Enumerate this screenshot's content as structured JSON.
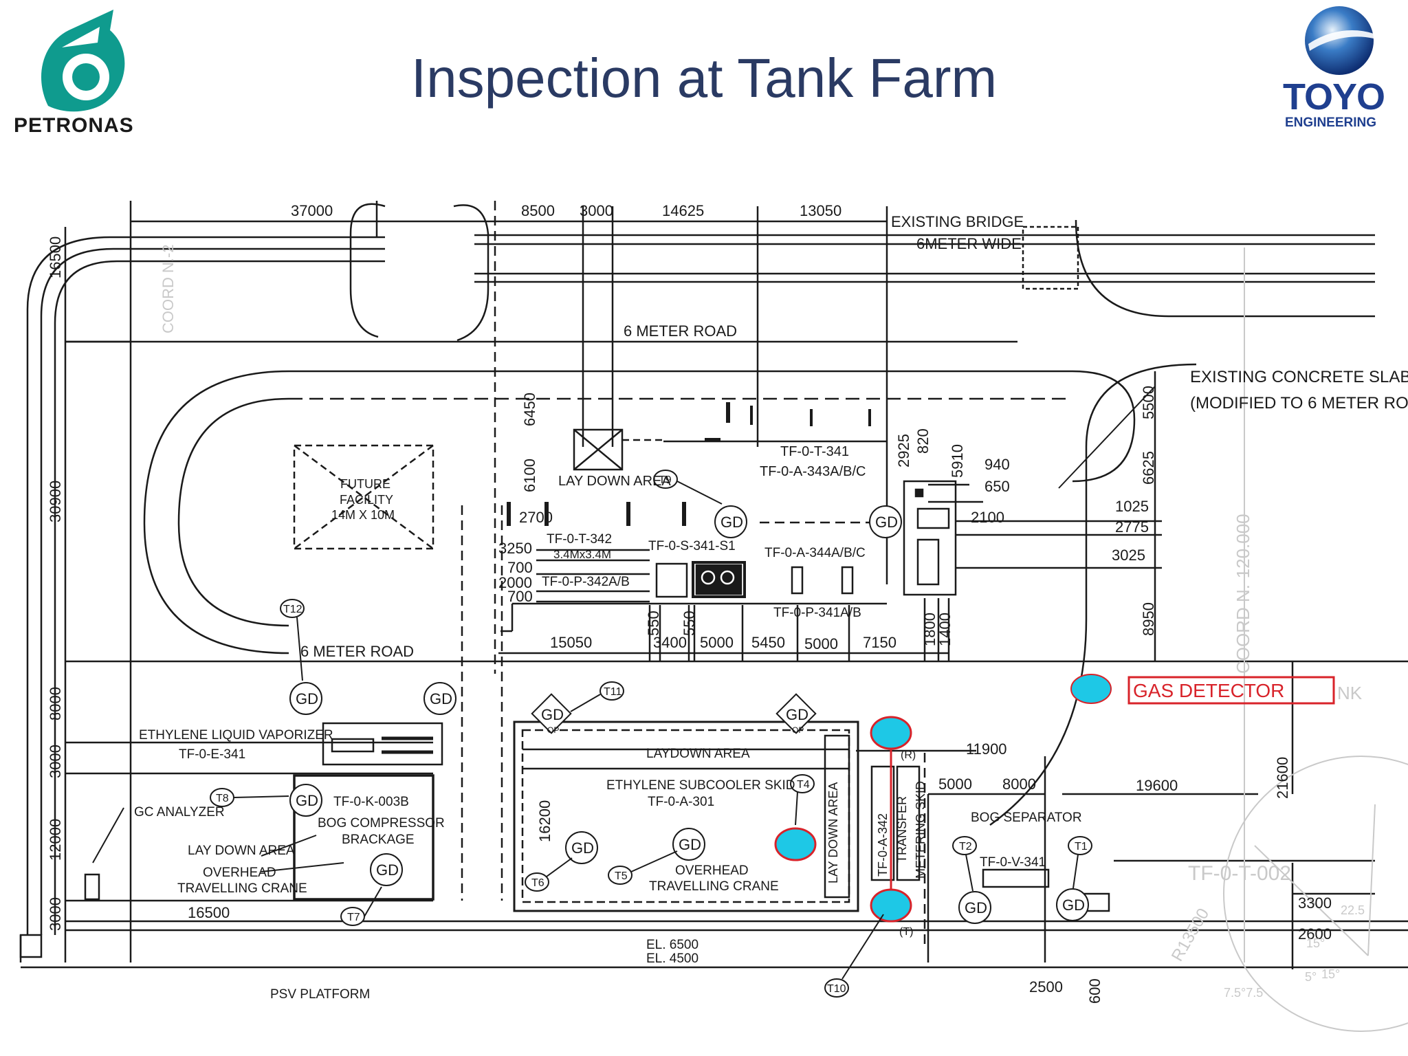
{
  "header": {
    "title": "Inspection at Tank Farm",
    "left_logo_text": "PETRONAS",
    "right_logo_text": "TOYO",
    "right_logo_subtext": "ENGINEERING"
  },
  "legend": {
    "label": "GAS DETECTOR",
    "marker_color": "#1ec8e6",
    "border_color": "#d8232a"
  },
  "colors": {
    "line": "#1a1a1a",
    "faint": "#c9c9c9",
    "title": "#2a3a63",
    "petronas_green": "#0f9b8e",
    "toyo_blue": "#1f3f8f"
  },
  "labels": {
    "dim_37000": "37000",
    "dim_8500": "8500",
    "dim_3000_top": "3000",
    "dim_14625": "14625",
    "dim_13050": "13050",
    "existing_bridge": "EXISTING BRIDGE",
    "six_meter_wide": "6METER WIDE",
    "road_6m_top": "6 METER ROAD",
    "coord_n2": "COORD N.-2",
    "dim_16500_left": "16500",
    "dim_30900": "30900",
    "dim_8000": "8000",
    "dim_3000_left": "3000",
    "dim_12000": "12000",
    "dim_3000_bottom": "3000",
    "existing_slab_1": "EXISTING CONCRETE SLAB",
    "existing_slab_2": "(MODIFIED TO 6 METER RO",
    "dim_5500": "5500",
    "dim_6625": "6625",
    "dim_1025": "1025",
    "dim_2775": "2775",
    "dim_3025": "3025",
    "dim_8950": "8950",
    "coord_n120": "COORD N.-120.000",
    "dim_6450": "6450",
    "dim_6100": "6100",
    "future_facility_1": "FUTURE",
    "future_facility_2": "FACILITY",
    "future_facility_3": "14M X 10M",
    "lay_down_area_top": "LAY DOWN AREA",
    "tag_t9": "T9",
    "tf_t341": "TF-0-T-341",
    "tf_a343": "TF-0-A-343A/B/C",
    "dim_2925": "2925",
    "dim_820": "820",
    "dim_5910": "5910",
    "dim_940": "940",
    "dim_650": "650",
    "dim_2100": "2100",
    "gd": "GD",
    "dim_2700": "2700",
    "dim_3250": "3250",
    "dim_700a": "700",
    "dim_2000": "2000",
    "dim_700b": "700",
    "tf_t342": "TF-0-T-342",
    "tf_t342_size": "3.4Mx3.4M",
    "tf_s341": "TF-0-S-341-S1",
    "tf_a344": "TF-0-A-344A/B/C",
    "tf_p342": "TF-0-P-342A/B",
    "tf_p341": "TF-0-P-341A/B",
    "tag_t12": "T12",
    "road_6m_mid": "6 METER ROAD",
    "dim_15050": "15050",
    "dim_550a": "550",
    "dim_550b": "550",
    "dim_3400": "3400",
    "dim_5000a": "5000",
    "dim_5450": "5450",
    "dim_5000b": "5000",
    "dim_7150": "7150",
    "dim_1800": "1800",
    "dim_1400": "1400",
    "tag_t11": "T11",
    "ethylene_vaporizer": "ETHYLENE LIQUID VAPORIZER",
    "tf_e341": "TF-0-E-341",
    "laydown_area_mid": "LAYDOWN AREA",
    "dim_11900": "11900",
    "tag_r": "(R)",
    "ethylene_subcooler": "ETHYLENE SUBCOOLER SKID",
    "tf_a301": "TF-0-A-301",
    "tag_t4": "T4",
    "lay_down_area_vert": "LAY DOWN AREA",
    "tf_a342": "TF-0-A-342",
    "transfer_skid": "TRANSFER",
    "metering_skid": "METERING SKID",
    "dim_5000c": "5000",
    "dim_8000b": "8000",
    "dim_19600": "19600",
    "dim_21600": "21600",
    "bog_separator": "BOG SEPARATOR",
    "tf_v341": "TF-0-V-341",
    "tag_t2": "T2",
    "tag_t1": "T1",
    "tf_t002": "TF-0-T-002",
    "dim_3300": "3300",
    "dim_2600": "2600",
    "gc_analyzer": "GC ANALYZER",
    "tag_t8": "T8",
    "tf_k003b": "TF-0-K-003B",
    "bog_compressor": "BOG COMPRESSOR",
    "brackage": "BRACKAGE",
    "lay_down_area_left": "LAY DOWN AREA",
    "overhead_left": "OVERHEAD",
    "travelling_left": "TRAVELLING CRANE",
    "dim_16500_bottom": "16500",
    "tag_t7": "T7",
    "dim_16200": "16200",
    "tag_t6": "T6",
    "tag_t5": "T5",
    "overhead_mid": "OVERHEAD",
    "travelling_mid": "TRAVELLING CRANE",
    "el_6500": "EL. 6500",
    "el_4500": "EL. 4500",
    "psv_platform": "PSV PLATFORM",
    "tag_t10": "T10",
    "tag_t": "(T)",
    "dim_2500": "2500",
    "dim_600": "600",
    "nk": "NK",
    "r13500": "R13500",
    "deg_15a": "15°",
    "deg_15b": "15°",
    "deg_5": "5°",
    "deg_22": "22.5",
    "ang_75": "7.5°7.5",
    "op": "OP"
  }
}
